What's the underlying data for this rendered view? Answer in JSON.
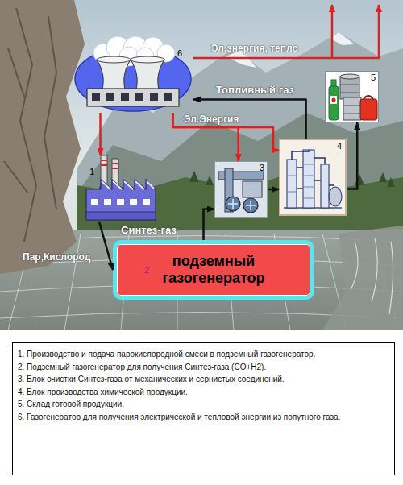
{
  "diagram": {
    "nodes": [
      {
        "text": [
          "6"
        ]
      },
      {
        "text": [
          "5"
        ]
      },
      {
        "text": [
          "4"
        ]
      },
      {
        "text": [
          "1"
        ]
      },
      {
        "text": [
          "3"
        ]
      },
      {
        "text": [
          "2",
          "подземный газогенератор"
        ]
      },
      {
        "text": [
          "1. Производство и подача парокислородной смеси в подземный газогенератор.",
          "2. Подземный газогенератор для получения Синтез-газа (CO+H2).",
          "3. Блок очистки Синтез-газа от механических и сернистых соединений.",
          "4. Блок производства химической продукции.",
          "5. Склад готовой продукции.",
          "6. Газогенератор для получения электрической и тепловой энергии из попутного газа."
        ]
      }
    ],
    "edges": [
      {
        "from": 0,
        "to": 3,
        "arrow": "to"
      },
      {
        "from": 0,
        "to": 4,
        "label": "Эл.Энергия",
        "arrow": "to"
      },
      {
        "from": 0,
        "to": 2,
        "arrow": "to"
      },
      {
        "from": 3,
        "to": 5,
        "label": "Пар,Кислород",
        "arrow": "to"
      },
      {
        "from": 5,
        "to": 4,
        "label": "Синтез-газ",
        "arrow": "to"
      },
      {
        "from": 4,
        "to": 2,
        "arrow": "to"
      },
      {
        "from": 2,
        "to": 0,
        "label": "Топливный газ",
        "arrow": "to"
      },
      {
        "from": 2,
        "to": 1,
        "arrow": "to"
      }
    ],
    "labels": [
      "Эл.энергия, тепло"
    ]
  }
}
